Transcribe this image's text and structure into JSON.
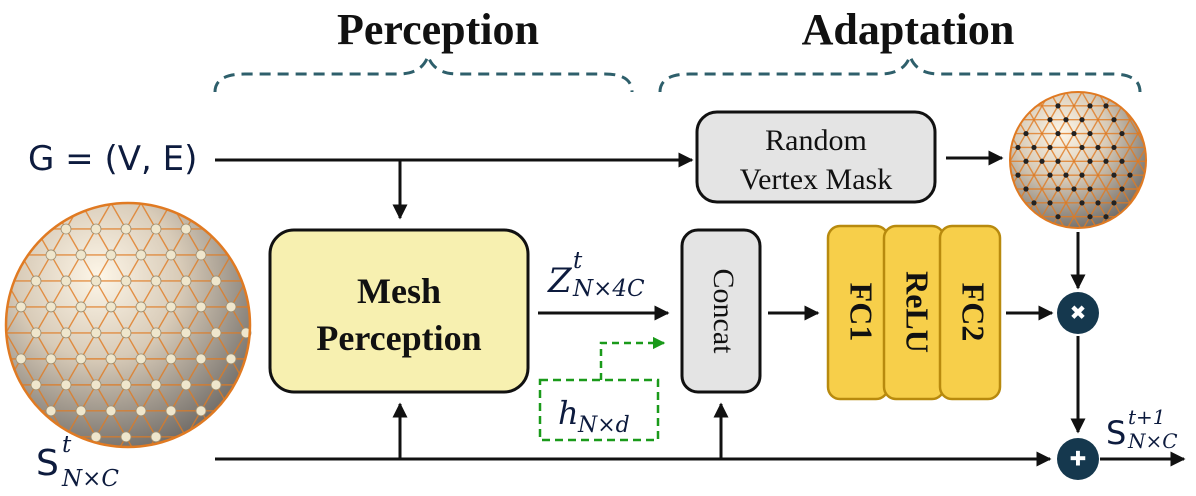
{
  "sections": {
    "perception_title": "Perception",
    "adaptation_title": "Adaptation"
  },
  "inputs": {
    "graph_label": "G = (V, E)",
    "state_symbol": "S",
    "state_sup": "t",
    "state_sub": "N×C"
  },
  "blocks": {
    "mesh_perception_line1": "Mesh",
    "mesh_perception_line2": "Perception",
    "random_mask_line1": "Random",
    "random_mask_line2": "Vertex Mask",
    "concat_label": "Concat",
    "fc1_label": "FC1",
    "relu_label": "ReLU",
    "fc2_label": "FC2"
  },
  "features": {
    "z_symbol": "Z",
    "z_sup": "t",
    "z_sub": "N×4C",
    "h_symbol": "h",
    "h_sub": "N×d"
  },
  "operators": {
    "multiply_symbol": "✖",
    "add_symbol": "✚"
  },
  "output": {
    "state_symbol": "S",
    "state_sup": "t+1",
    "state_sub": "N×C"
  },
  "colors": {
    "brace": "#2e5f6b",
    "mesh_box_fill": "#f7f0b0",
    "gray_box_fill": "#e4e4e4",
    "fc_fill": "#f7cf4a",
    "fc_stroke": "#b88a0e",
    "operator_fill": "#15384e",
    "dashed_green": "#1a9a1a",
    "mesh_edge": "#e07a22",
    "vertex_light": "#efe6cc",
    "vertex_dark": "#222222"
  }
}
